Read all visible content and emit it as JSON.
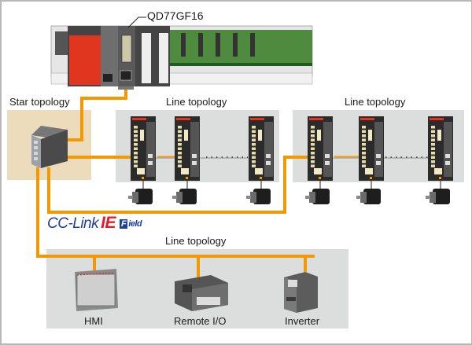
{
  "diagram": {
    "controller_module_label": "QD77GF16",
    "groups": {
      "star": {
        "title": "Star topology"
      },
      "servo_line_1": {
        "title": "Line topology",
        "device_count_shown": 3
      },
      "servo_line_2": {
        "title": "Line topology",
        "device_count_shown": 3
      },
      "field_line": {
        "title": "Line topology"
      }
    },
    "network_logo": {
      "part1": "CC-Link",
      "part2": "IE",
      "part3_initial": "F",
      "part3_rest": "ield"
    },
    "field_devices": [
      {
        "label": "HMI"
      },
      {
        "label": "Remote I/O"
      },
      {
        "label": "Inverter"
      }
    ],
    "colors": {
      "network_cable": "#f39800",
      "line_panel": "#dcdddd",
      "star_panel": "#ecdcbc",
      "plc_cpu_red": "#e0361f",
      "logo_blue": "#1b3f9a",
      "logo_red": "#e8182c"
    }
  }
}
